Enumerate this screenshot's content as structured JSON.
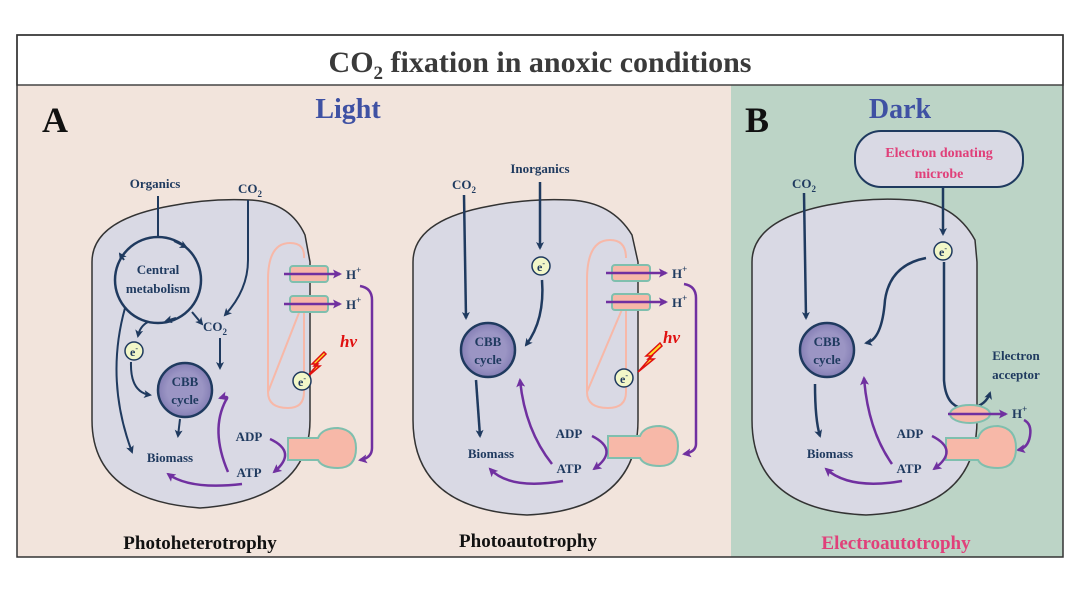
{
  "title": {
    "main": "CO",
    "sub": "2",
    "rest": " fixation in anoxic conditions"
  },
  "panels": {
    "A": {
      "letter": "A",
      "condition": "Light"
    },
    "B": {
      "letter": "B",
      "condition": "Dark"
    }
  },
  "cells": {
    "photoheterotrophy": {
      "label": "Photoheterotrophy",
      "inputs": {
        "organics": "Organics",
        "co2": "CO",
        "co2_sub": "2"
      },
      "central": {
        "line1": "Central",
        "line2": "metabolism"
      },
      "co2_inner": "CO",
      "co2_inner_sub": "2",
      "electron": "e",
      "electron_sup": "-",
      "cbb": {
        "line1": "CBB",
        "line2": "cycle"
      },
      "biomass": "Biomass",
      "adp": "ADP",
      "atp": "ATP",
      "proton": "H",
      "proton_sup": "+",
      "light": "hv"
    },
    "photoautotrophy": {
      "label": "Photoautotrophy",
      "inputs": {
        "inorganics": "Inorganics",
        "co2": "CO",
        "co2_sub": "2"
      },
      "electron": "e",
      "electron_sup": "-",
      "cbb": {
        "line1": "CBB",
        "line2": "cycle"
      },
      "biomass": "Biomass",
      "adp": "ADP",
      "atp": "ATP",
      "proton": "H",
      "proton_sup": "+",
      "light": "hv"
    },
    "electroautotrophy": {
      "label": "Electroautotrophy",
      "donor": {
        "line1": "Electron donating",
        "line2": "microbe"
      },
      "inputs": {
        "co2": "CO",
        "co2_sub": "2"
      },
      "electron": "e",
      "electron_sup": "-",
      "cbb": {
        "line1": "CBB",
        "line2": "cycle"
      },
      "acceptor": {
        "line1": "Electron",
        "line2": "acceptor"
      },
      "biomass": "Biomass",
      "adp": "ADP",
      "atp": "ATP",
      "proton": "H",
      "proton_sup": "+"
    }
  },
  "colors": {
    "panel_a_bg": "#f2e4dc",
    "panel_b_bg": "#bcd4c6",
    "cell_fill": "#d9d9e4",
    "navy": "#1f3a5f",
    "purple": "#7030a0",
    "condition_blue": "#3f51a3",
    "magenta": "#e0407a",
    "cbb_fill": "#9b95c4",
    "electron_fill": "#f2f7c8",
    "salmon": "#f7b8a8",
    "teal": "#7fbfae",
    "light_red": "#e01010"
  }
}
